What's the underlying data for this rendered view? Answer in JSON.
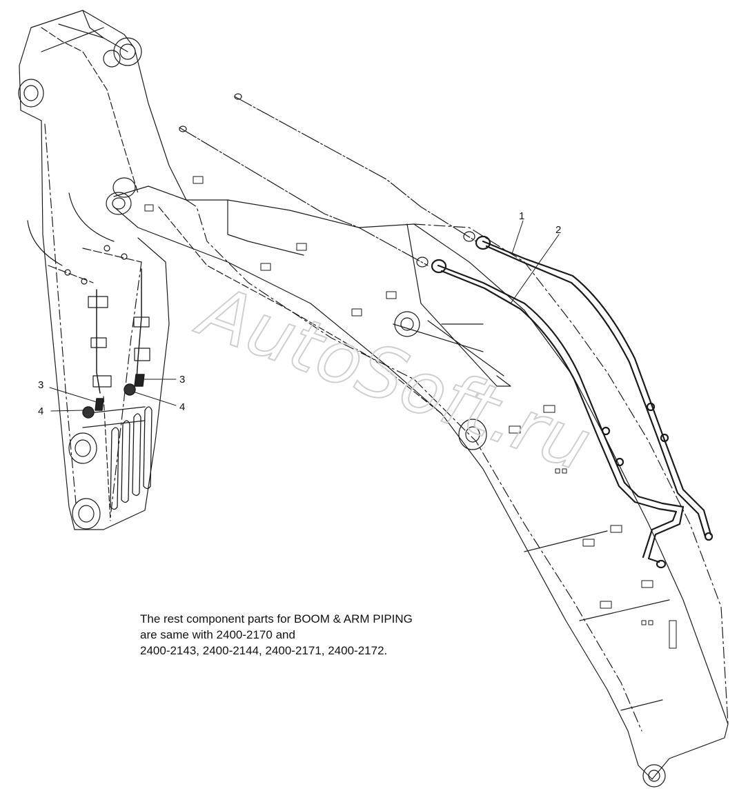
{
  "callouts": [
    "1",
    "2",
    "3",
    "4",
    "3",
    "4"
  ],
  "note": {
    "line1": "The rest component parts for BOOM & ARM PIPING",
    "line2": "are same with 2400-2170 and",
    "line3": "2400-2143, 2400-2144, 2400-2171, 2400-2172."
  },
  "watermark": "AutoSoft.ru",
  "colors": {
    "line": "#1a1a1a",
    "watermark": "#cfcfcf",
    "background": "#ffffff"
  }
}
